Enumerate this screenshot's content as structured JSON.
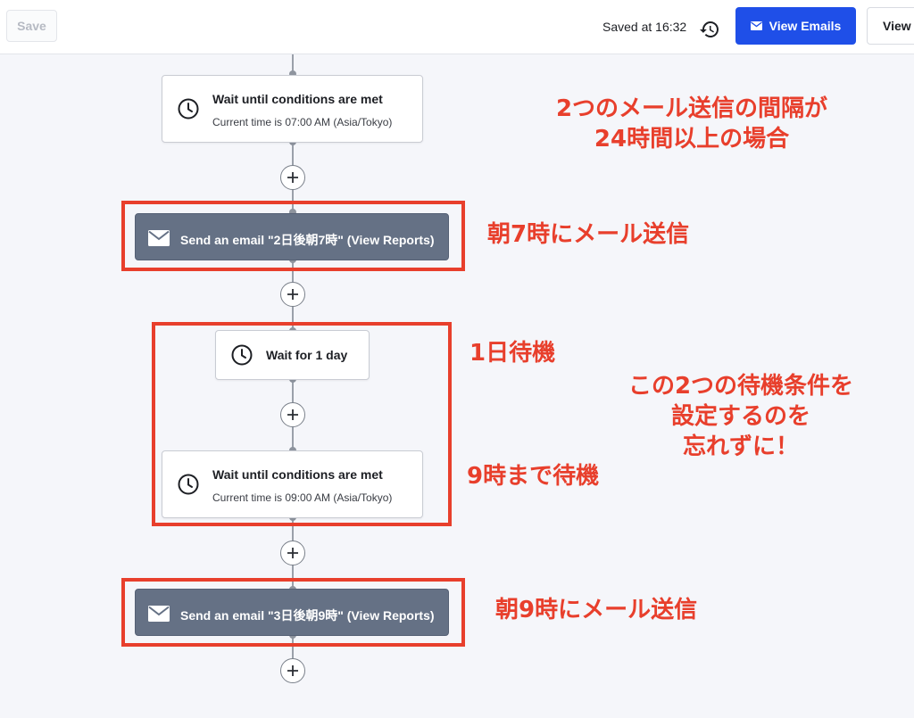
{
  "toolbar": {
    "save_label": "Save",
    "saved_at": "Saved at 16:32",
    "view_emails_label": "View Emails",
    "view_label": "View"
  },
  "flow": {
    "wait_conditions_1": {
      "title": "Wait until conditions are met",
      "subtitle": "Current time is 07:00 AM (Asia/Tokyo)"
    },
    "email_1": {
      "label": "Send an email \"2日後朝7時\" (View Reports)"
    },
    "wait_day": {
      "title": "Wait for 1 day"
    },
    "wait_conditions_2": {
      "title": "Wait until conditions are met",
      "subtitle": "Current time is 09:00 AM (Asia/Tokyo)"
    },
    "email_2": {
      "label": "Send an email \"3日後朝9時\" (View Reports)"
    }
  },
  "annotations": {
    "interval_note": [
      "2つのメール送信の間隔が",
      "24時間以上の場合"
    ],
    "email_7am": "朝7時にメール送信",
    "wait_1day": "1日待機",
    "dont_forget": [
      "この2つの待機条件を",
      "設定するのを",
      "忘れずに！"
    ],
    "wait_9am": "9時まで待機",
    "email_9am": "朝9時にメール送信"
  },
  "colors": {
    "primary": "#1f4fe8",
    "email_node": "#657185",
    "annotation_red": "#e83f2c"
  },
  "icons": [
    "history-icon",
    "envelope-icon",
    "clock-icon",
    "plus-icon"
  ]
}
